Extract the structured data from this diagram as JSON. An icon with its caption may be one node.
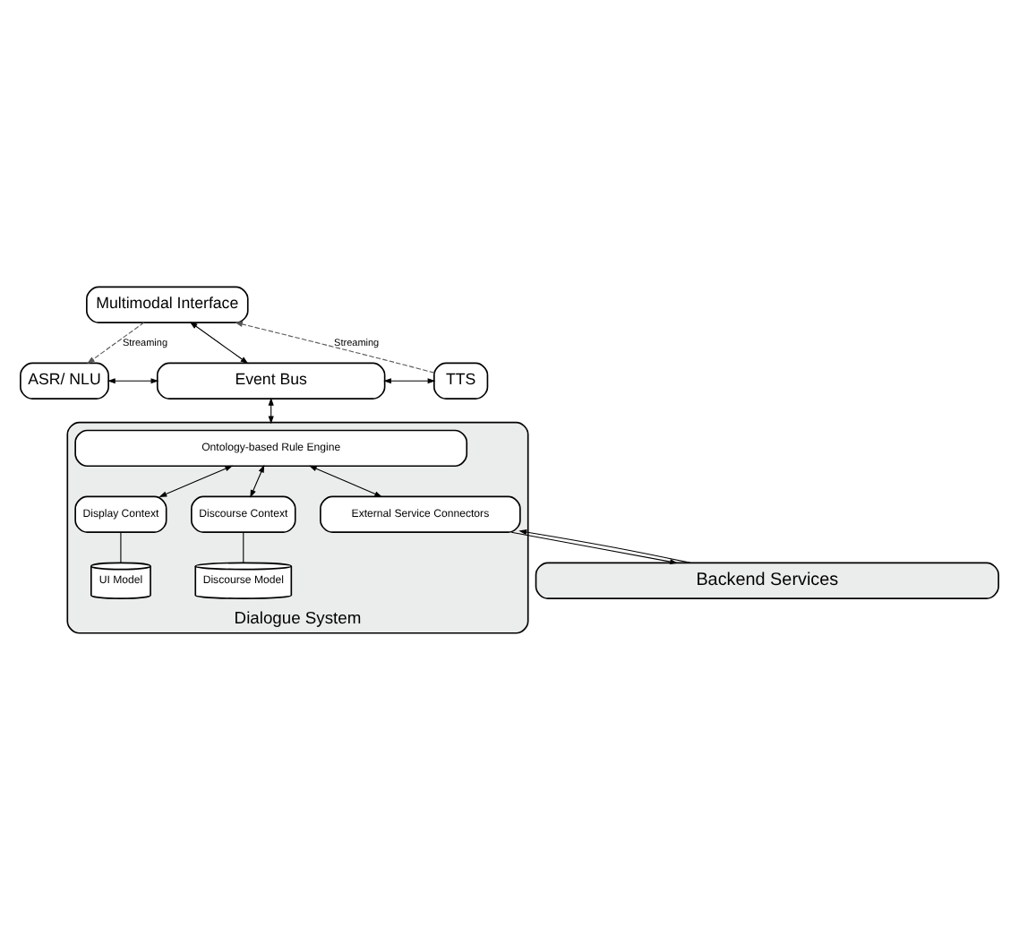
{
  "diagram": {
    "nodes": [
      {
        "text": [
          "Multimodal Interface"
        ]
      },
      {
        "text": [
          "ASR/ NLU"
        ]
      },
      {
        "text": [
          "Event Bus"
        ]
      },
      {
        "text": [
          "TTS"
        ]
      },
      {
        "text": [
          "Dialogue System"
        ]
      },
      {
        "text": [
          "Ontology-based Rule Engine"
        ],
        "in": 4
      },
      {
        "text": [
          "Display Context"
        ],
        "in": 4
      },
      {
        "text": [
          "External Service Connectors"
        ],
        "in": 4
      },
      {
        "text": [
          "Discourse Context"
        ],
        "in": 4
      },
      {
        "text": [
          "UI Model"
        ],
        "in": 4
      },
      {
        "text": [
          "Discourse Model"
        ],
        "in": 4
      },
      {
        "text": [
          "Backend Services"
        ]
      }
    ],
    "edges": [
      {
        "from": 0,
        "to": 1,
        "arrow": "to",
        "label": "Streaming",
        "style": "dashed",
        "color": "#555555"
      },
      {
        "from": 3,
        "to": 0,
        "arrow": "to",
        "label": "Streaming",
        "style": "dashed",
        "color": "#555555"
      },
      {
        "from": 0,
        "to": 2,
        "arrow": "both"
      },
      {
        "from": 1,
        "to": 2,
        "arrow": "both"
      },
      {
        "from": 2,
        "to": 3,
        "arrow": "both"
      },
      {
        "from": 2,
        "to": 4,
        "arrow": "both"
      },
      {
        "from": 5,
        "to": 6,
        "arrow": "both"
      },
      {
        "from": 5,
        "to": 7,
        "arrow": "both"
      },
      {
        "from": 5,
        "to": 8,
        "arrow": "both"
      },
      {
        "from": 6,
        "to": 9,
        "arrow": "none"
      },
      {
        "from": 8,
        "to": 10,
        "arrow": "none"
      },
      {
        "from": 7,
        "to": 11,
        "arrow": "to"
      },
      {
        "from": 11,
        "to": 7,
        "arrow": "to"
      }
    ]
  }
}
